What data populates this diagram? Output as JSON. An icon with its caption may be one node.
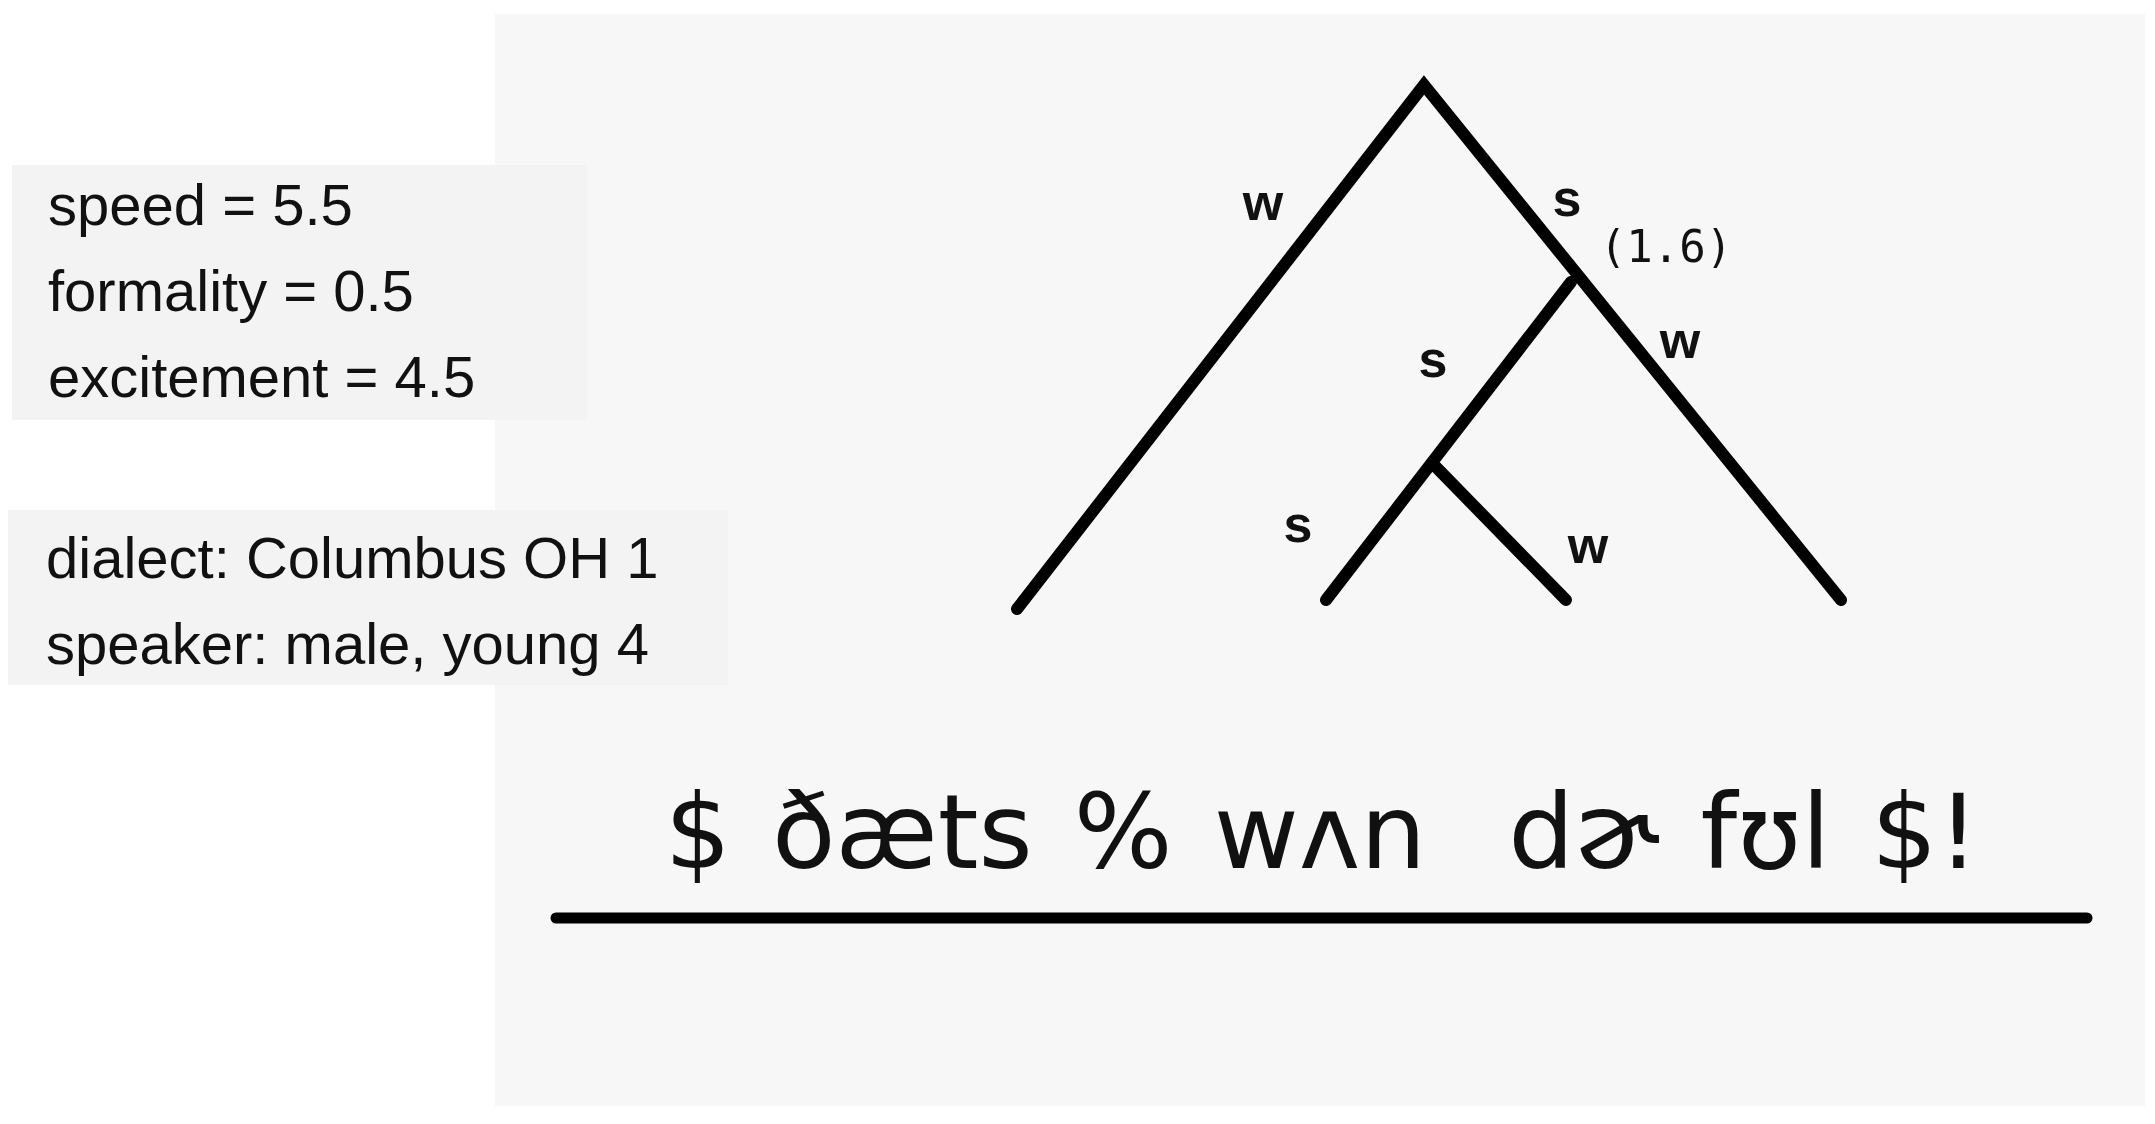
{
  "diagram": {
    "labels": [
      "speed = 5.5",
      "formality = 0.5",
      "excitement = 4.5",
      "dialect: Columbus OH 1",
      "speaker: male, young 4",
      "w",
      "s",
      "(1.6)",
      "w",
      "s",
      "s",
      "w",
      "$ ðæts % wʌn  dɚ fʊl $!"
    ]
  }
}
